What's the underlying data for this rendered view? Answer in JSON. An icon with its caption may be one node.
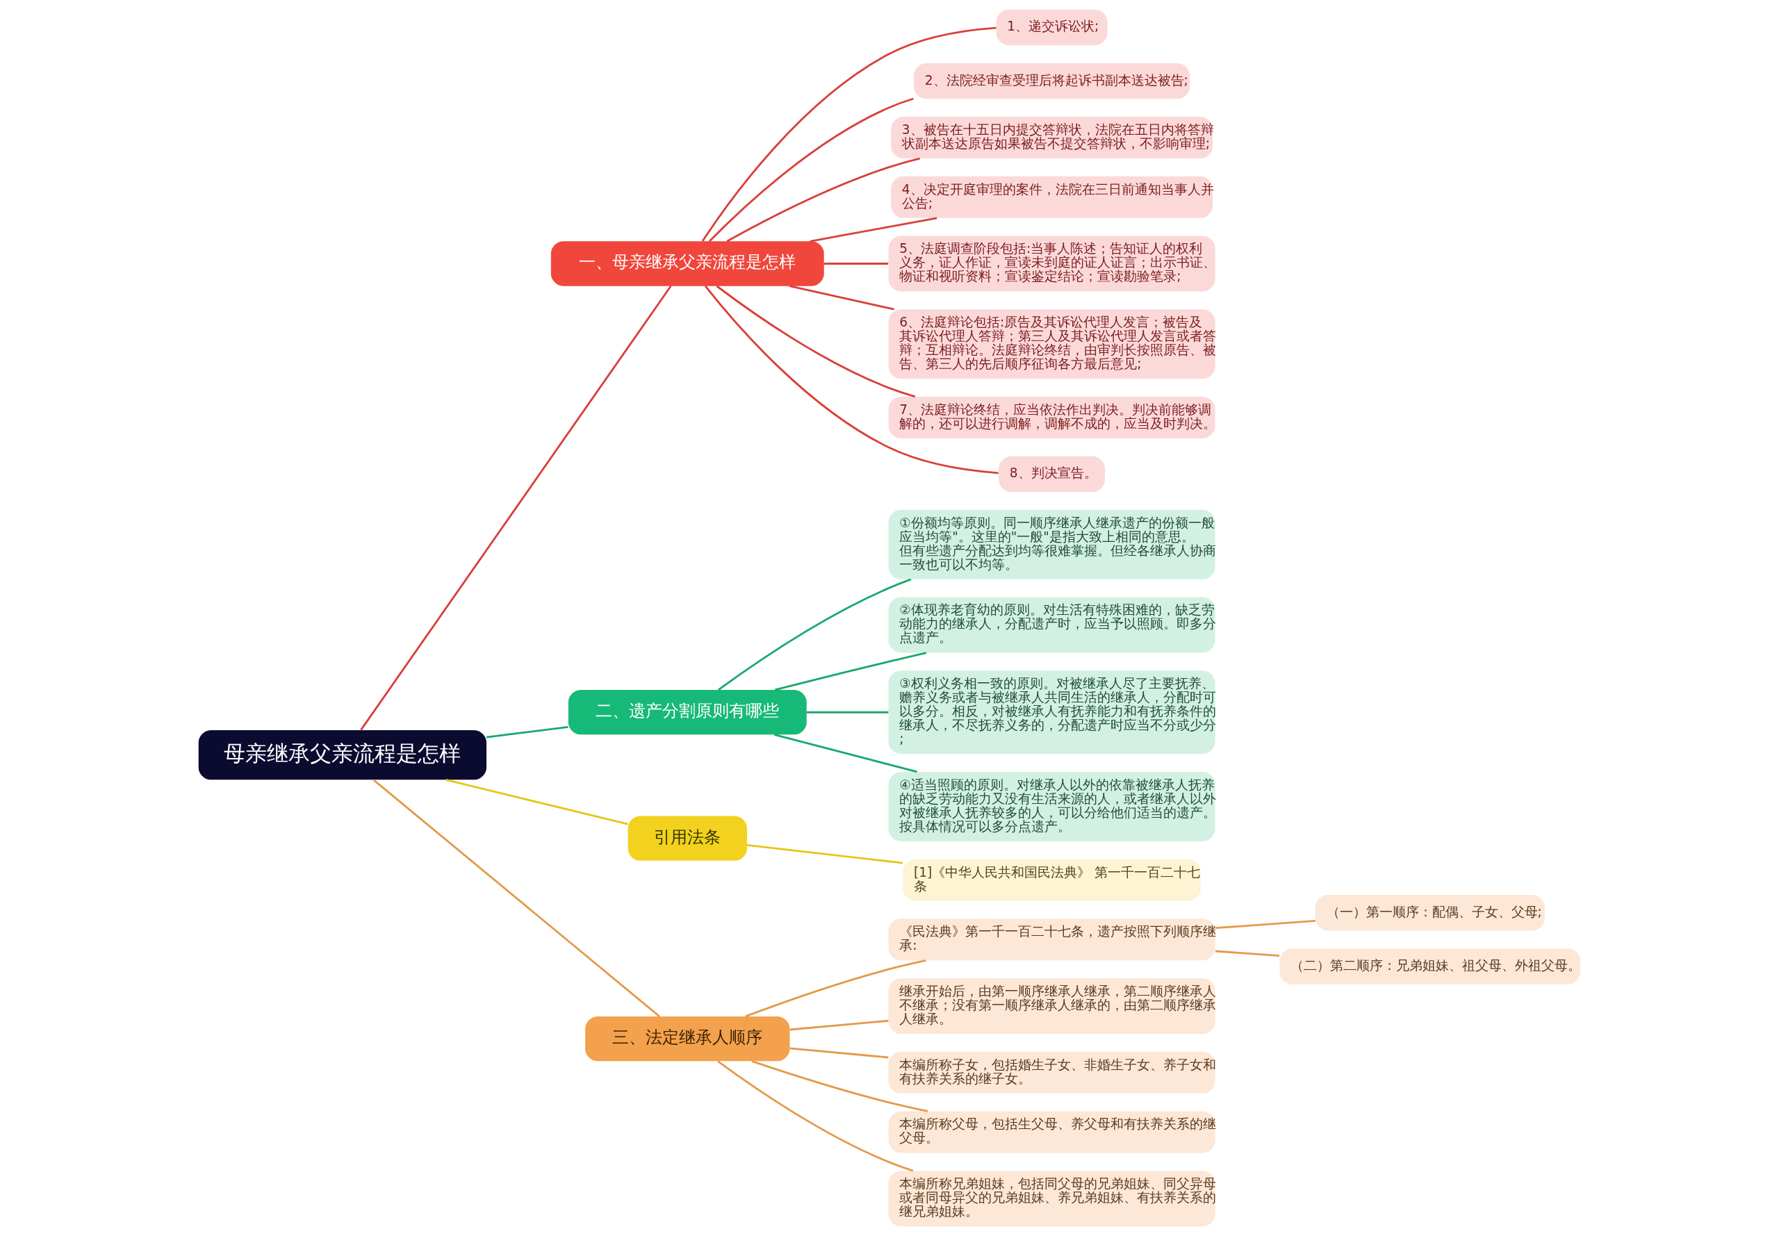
{
  "diagram": {
    "nodes": [
      {
        "text": [
          "母亲继承父亲流程是怎样"
        ]
      },
      {
        "text": [
          "一、母亲继承父亲流程是怎样"
        ]
      },
      {
        "text": [
          "1、递交诉讼状;"
        ]
      },
      {
        "text": [
          "2、法院经审查受理后将起诉书副本送达被告;"
        ]
      },
      {
        "text": [
          "3、被告在十五日内提交答辩状，法院在五日内将答辩状副本送达原告如果被告不提交答辩状，不影响审理;"
        ]
      },
      {
        "text": [
          "4、决定开庭审理的案件，法院在三日前通知当事人并公告;"
        ]
      },
      {
        "text": [
          "5、法庭调查阶段包括:当事人陈述；告知证人的权利义务，证人作证，宣读未到庭的证人证言；出示书证、物证和视听资料；宣读鉴定结论；宣读勘验笔录;"
        ]
      },
      {
        "text": [
          "6、法庭辩论包括:原告及其诉讼代理人发言；被告及其诉讼代理人答辩；第三人及其诉讼代理人发言或者答辩；互相辩论。法庭辩论终结，由审判长按照原告、被告、第三人的先后顺序征询各方最后意见;"
        ]
      },
      {
        "text": [
          "7、法庭辩论终结，应当依法作出判决。判决前能够调解的，还可以进行调解，调解不成的，应当及时判决。"
        ]
      },
      {
        "text": [
          "8、判决宣告。"
        ]
      },
      {
        "text": [
          "二、遗产分割原则有哪些"
        ]
      },
      {
        "text": [
          "①份额均等原则。同一顺序继承人继承遗产的份额一般应当均等\"。这里的\"一般\"是指大致上相同的意思。但有些遗产分配达到均等很难掌握。但经各继承人协商一致也可以不均等。"
        ]
      },
      {
        "text": [
          "②体现养老育幼的原则。对生活有特殊困难的，缺乏劳动能力的继承人，分配遗产时，应当予以照顾。即多分点遗产。"
        ]
      },
      {
        "text": [
          "③权利义务相一致的原则。对被继承人尽了主要抚养、赡养义务或者与被继承人共同生活的继承人，分配时可以多分。相反，对被继承人有抚养能力和有抚养条件的继承人，不尽抚养义务的，分配遗产时应当不分或少分;"
        ]
      },
      {
        "text": [
          "④适当照顾的原则。对继承人以外的依靠被继承人抚养的缺乏劳动能力又没有生活来源的人，或者继承人以外对被继承人抚养较多的人，可以分给他们适当的遗产。按具体情况可以多分点遗产。"
        ]
      },
      {
        "text": [
          "引用法条"
        ]
      },
      {
        "text": [
          "[1]《中华人民共和国民法典》 第一千一百二十七条"
        ]
      },
      {
        "text": [
          "三、法定继承人顺序"
        ]
      },
      {
        "text": [
          "《民法典》第一千一百二十七条，遗产按照下列顺序继承:"
        ]
      },
      {
        "text": [
          "（一）第一顺序：配偶、子女、父母;"
        ]
      },
      {
        "text": [
          "（二）第二顺序：兄弟姐妹、祖父母、外祖父母。"
        ]
      },
      {
        "text": [
          "继承开始后，由第一顺序继承人继承，第二顺序继承人不继承；没有第一顺序继承人继承的，由第二顺序继承人继承。"
        ]
      },
      {
        "text": [
          "本编所称子女，包括婚生子女、非婚生子女、养子女和有扶养关系的继子女。"
        ]
      },
      {
        "text": [
          "本编所称父母，包括生父母、养父母和有扶养关系的继父母。"
        ]
      },
      {
        "text": [
          "本编所称兄弟姐妹，包括同父母的兄弟姐妹、同父异母或者同母异父的兄弟姐妹、养兄弟姐妹、有扶养关系的继兄弟姐妹。"
        ]
      }
    ],
    "edges": [
      {
        "from": 0,
        "to": 1,
        "arrow": "none",
        "color": "#d9403a"
      },
      {
        "from": 1,
        "to": 2,
        "arrow": "none",
        "color": "#d9403a"
      },
      {
        "from": 1,
        "to": 3,
        "arrow": "none",
        "color": "#d9403a"
      },
      {
        "from": 1,
        "to": 4,
        "arrow": "none",
        "color": "#d9403a"
      },
      {
        "from": 1,
        "to": 5,
        "arrow": "none",
        "color": "#d9403a"
      },
      {
        "from": 1,
        "to": 6,
        "arrow": "none",
        "color": "#d9403a"
      },
      {
        "from": 1,
        "to": 7,
        "arrow": "none",
        "color": "#d9403a"
      },
      {
        "from": 1,
        "to": 8,
        "arrow": "none",
        "color": "#d9403a"
      },
      {
        "from": 1,
        "to": 9,
        "arrow": "none",
        "color": "#d9403a"
      },
      {
        "from": 0,
        "to": 10,
        "arrow": "none",
        "color": "#1aa86b"
      },
      {
        "from": 10,
        "to": 11,
        "arrow": "none",
        "color": "#1aa86b"
      },
      {
        "from": 10,
        "to": 12,
        "arrow": "none",
        "color": "#1aa86b"
      },
      {
        "from": 10,
        "to": 13,
        "arrow": "none",
        "color": "#1aa86b"
      },
      {
        "from": 10,
        "to": 14,
        "arrow": "none",
        "color": "#1aa86b"
      },
      {
        "from": 0,
        "to": 15,
        "arrow": "none",
        "color": "#e6c619"
      },
      {
        "from": 15,
        "to": 16,
        "arrow": "none",
        "color": "#e6c619"
      },
      {
        "from": 0,
        "to": 17,
        "arrow": "none",
        "color": "#e39a4c"
      },
      {
        "from": 17,
        "to": 18,
        "arrow": "none",
        "color": "#e39a4c"
      },
      {
        "from": 18,
        "to": 19,
        "arrow": "none",
        "color": "#e39a4c"
      },
      {
        "from": 18,
        "to": 20,
        "arrow": "none",
        "color": "#e39a4c"
      },
      {
        "from": 17,
        "to": 21,
        "arrow": "none",
        "color": "#e39a4c"
      },
      {
        "from": 17,
        "to": 22,
        "arrow": "none",
        "color": "#e39a4c"
      },
      {
        "from": 17,
        "to": 23,
        "arrow": "none",
        "color": "#e39a4c"
      },
      {
        "from": 17,
        "to": 24,
        "arrow": "none",
        "color": "#e39a4c"
      }
    ]
  }
}
